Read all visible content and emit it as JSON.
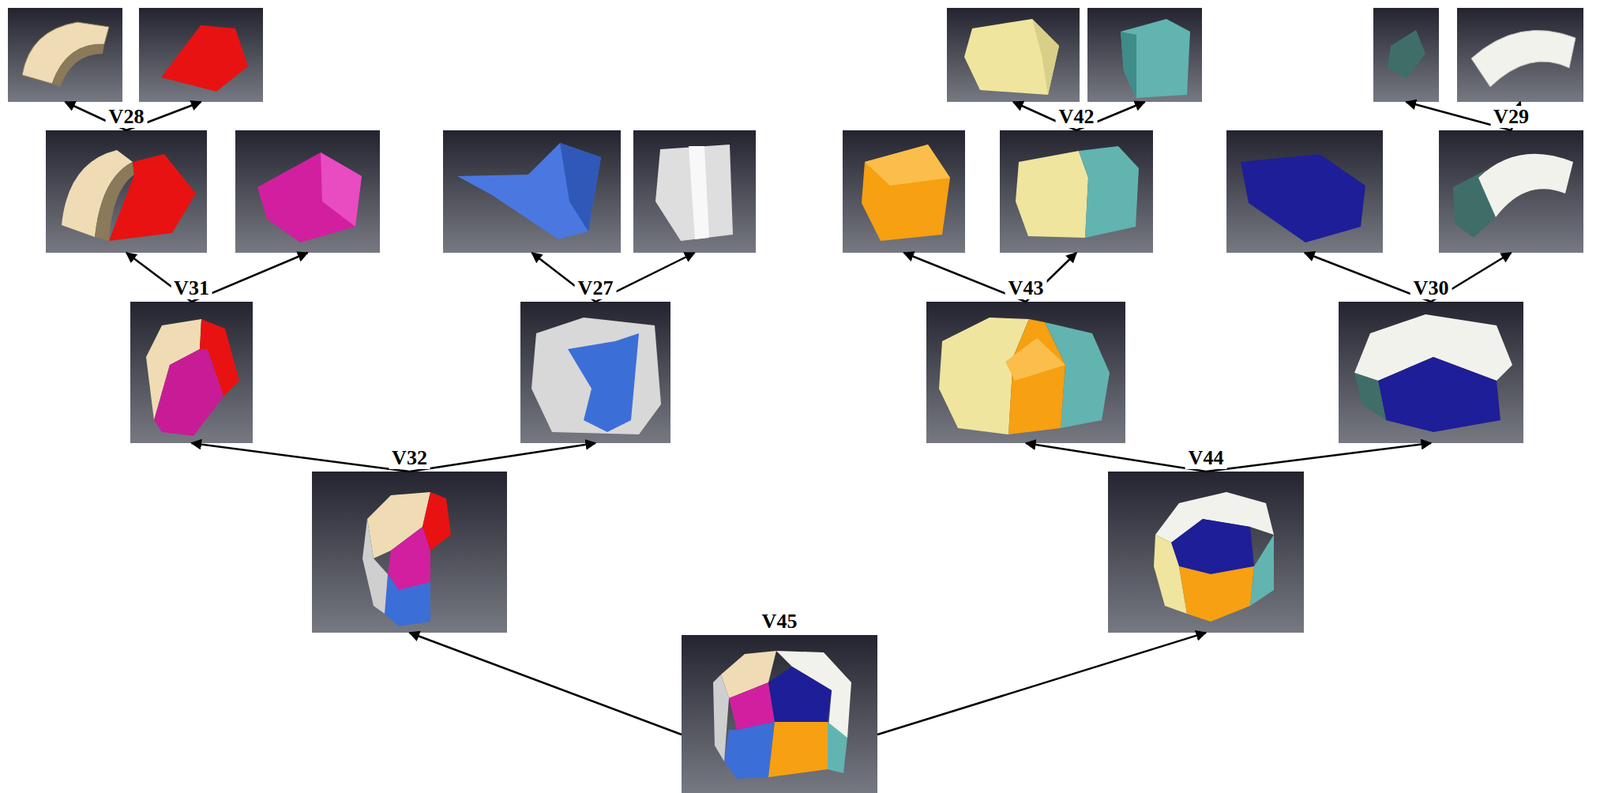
{
  "diagram": {
    "nodes": [
      {
        "text": []
      },
      {
        "text": []
      },
      {
        "text": []
      },
      {
        "text": []
      },
      {
        "text": []
      },
      {
        "text": []
      },
      {
        "text": [
          "V28"
        ]
      },
      {
        "text": []
      },
      {
        "text": []
      },
      {
        "text": []
      },
      {
        "text": []
      },
      {
        "text": [
          "V42"
        ]
      },
      {
        "text": []
      },
      {
        "text": [
          "V29"
        ]
      },
      {
        "text": [
          "V31"
        ]
      },
      {
        "text": [
          "V27"
        ]
      },
      {
        "text": [
          "V43"
        ]
      },
      {
        "text": [
          "V30"
        ]
      },
      {
        "text": [
          "V32"
        ]
      },
      {
        "text": [
          "V44"
        ]
      },
      {
        "text": [
          "V45"
        ]
      }
    ],
    "edges": [
      {
        "from": 20,
        "to": 18,
        "arrow": "to"
      },
      {
        "from": 20,
        "to": 19,
        "arrow": "to"
      },
      {
        "from": 18,
        "to": 14,
        "arrow": "to"
      },
      {
        "from": 18,
        "to": 15,
        "arrow": "to"
      },
      {
        "from": 19,
        "to": 16,
        "arrow": "to"
      },
      {
        "from": 19,
        "to": 17,
        "arrow": "to"
      },
      {
        "from": 14,
        "to": 6,
        "arrow": "to"
      },
      {
        "from": 14,
        "to": 7,
        "arrow": "to"
      },
      {
        "from": 15,
        "to": 8,
        "arrow": "to"
      },
      {
        "from": 15,
        "to": 9,
        "arrow": "to"
      },
      {
        "from": 16,
        "to": 10,
        "arrow": "to"
      },
      {
        "from": 16,
        "to": 11,
        "arrow": "to"
      },
      {
        "from": 17,
        "to": 12,
        "arrow": "to"
      },
      {
        "from": 17,
        "to": 13,
        "arrow": "to"
      },
      {
        "from": 6,
        "to": 0,
        "arrow": "to"
      },
      {
        "from": 6,
        "to": 1,
        "arrow": "to"
      },
      {
        "from": 11,
        "to": 2,
        "arrow": "to"
      },
      {
        "from": 11,
        "to": 3,
        "arrow": "to"
      },
      {
        "from": 13,
        "to": 4,
        "arrow": "to"
      },
      {
        "from": 13,
        "to": 5,
        "arrow": "to"
      }
    ]
  }
}
